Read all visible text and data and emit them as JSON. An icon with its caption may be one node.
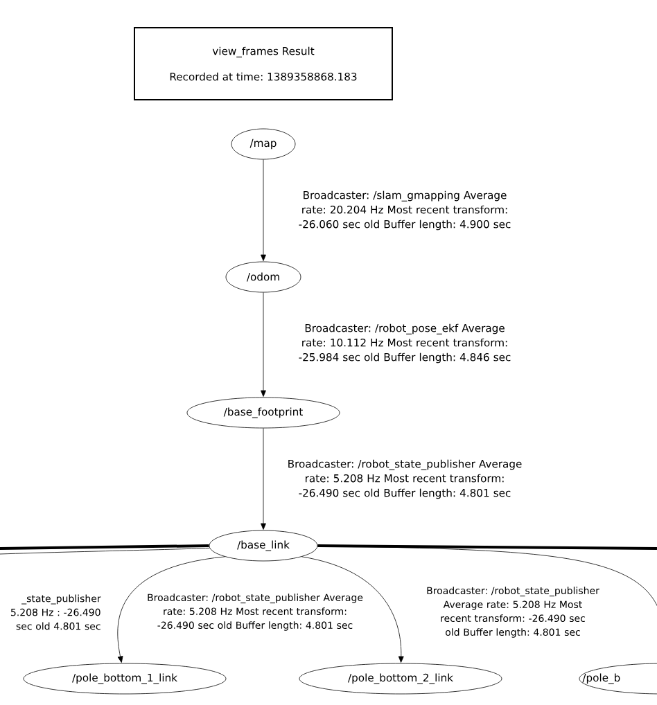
{
  "diagram": {
    "nodes": [
      {
        "text": [
          "view_frames Result",
          "Recorded at time: 1389358868.183"
        ]
      },
      {
        "text": [
          "/map"
        ]
      },
      {
        "text": [
          "/odom"
        ]
      },
      {
        "text": [
          "/base_footprint"
        ]
      },
      {
        "text": [
          "/base_link"
        ]
      },
      {
        "text": [
          "/pole_bottom_1_link"
        ]
      },
      {
        "text": [
          "/pole_bottom_2_link"
        ]
      },
      {
        "text": [
          "/pole_b"
        ]
      }
    ],
    "edges": [
      {
        "from": 1,
        "to": 2,
        "arrow": "to",
        "label": "Broadcaster: /slam_gmapping Average rate: 20.204 Hz Most recent transform: -26.060 sec old Buffer length: 4.900 sec"
      },
      {
        "from": 2,
        "to": 3,
        "arrow": "to",
        "label": "Broadcaster: /robot_pose_ekf Average rate: 10.112 Hz Most recent transform: -25.984 sec old Buffer length: 4.846 sec"
      },
      {
        "from": 3,
        "to": 4,
        "arrow": "to",
        "label": "Broadcaster: /robot_state_publisher Average rate: 5.208 Hz Most recent transform: -26.490 sec old Buffer length: 4.801 sec"
      },
      {
        "from": 4,
        "to": 5,
        "arrow": "to",
        "label": "Broadcaster: /robot_state_publisher Average rate: 5.208 Hz Most recent transform: -26.490 sec old Buffer length: 4.801 sec"
      },
      {
        "from": 4,
        "to": 6,
        "arrow": "to",
        "label": "Broadcaster: /robot_state_publisher Average rate: 5.208 Hz Most recent transform: -26.490 sec old Buffer length: 4.801 sec"
      },
      {
        "from": 4,
        "to": 7,
        "arrow": "none"
      },
      {
        "from": 4,
        "to": null,
        "arrow": "none",
        "label": "_state_publisher 5.208 Hz : -26.490 sec old 4.801 sec"
      },
      {
        "from": 4,
        "to": null,
        "arrow": "none",
        "style": "thick"
      },
      {
        "from": 4,
        "to": null,
        "arrow": "none",
        "style": "thick"
      }
    ]
  }
}
